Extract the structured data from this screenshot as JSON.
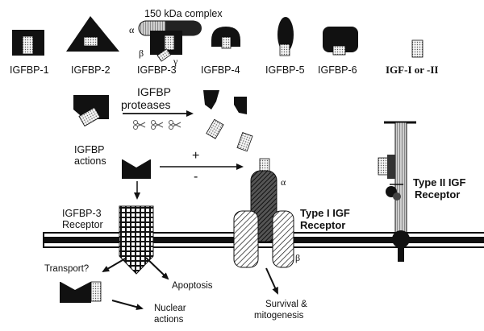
{
  "labels": {
    "complex": "150 kDa complex",
    "alpha_top": "α",
    "beta_top": "β",
    "gamma_top": "γ",
    "igfbp1": "IGFBP-1",
    "igfbp2": "IGFBP-2",
    "igfbp3": "IGFBP-3",
    "igfbp4": "IGFBP-4",
    "igfbp5": "IGFBP-5",
    "igfbp6": "IGFBP-6",
    "igf": "IGF-I or -II",
    "proteases_line1": "IGFBP",
    "proteases_line2": "proteases",
    "actions_line1": "IGFBP",
    "actions_line2": "actions",
    "plus": "+",
    "minus": "-",
    "receptor3_line1": "IGFBP-3",
    "receptor3_line2": "Receptor",
    "type1_line1": "Type I IGF",
    "type1_line2": "Receptor",
    "alpha_r": "α",
    "beta_r": "β",
    "type2_line1": "Type II IGF",
    "type2_line2": "Receptor",
    "transport": "Transport?",
    "apoptosis": "Apoptosis",
    "nuclear_line1": "Nuclear",
    "nuclear_line2": "actions",
    "survival_line1": "Survival &",
    "survival_line2": "mitogenesis"
  }
}
